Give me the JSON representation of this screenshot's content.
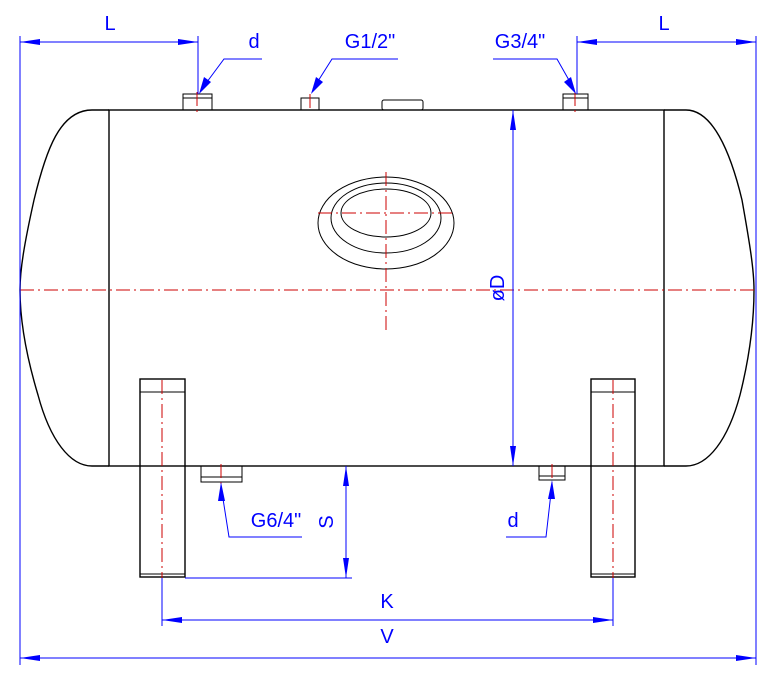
{
  "labels": {
    "L_left": "L",
    "L_right": "L",
    "d_top": "d",
    "g_half": "G1/2\"",
    "g_three_quarter": "G3/4\"",
    "diameter": "øD",
    "g_six_quarter": "G6/4\"",
    "s": "S",
    "d_bottom": "d",
    "k": "K",
    "v": "V"
  },
  "colors": {
    "outline": "#000000",
    "dimension": "#0000ff",
    "centerline": "#cc0000"
  }
}
